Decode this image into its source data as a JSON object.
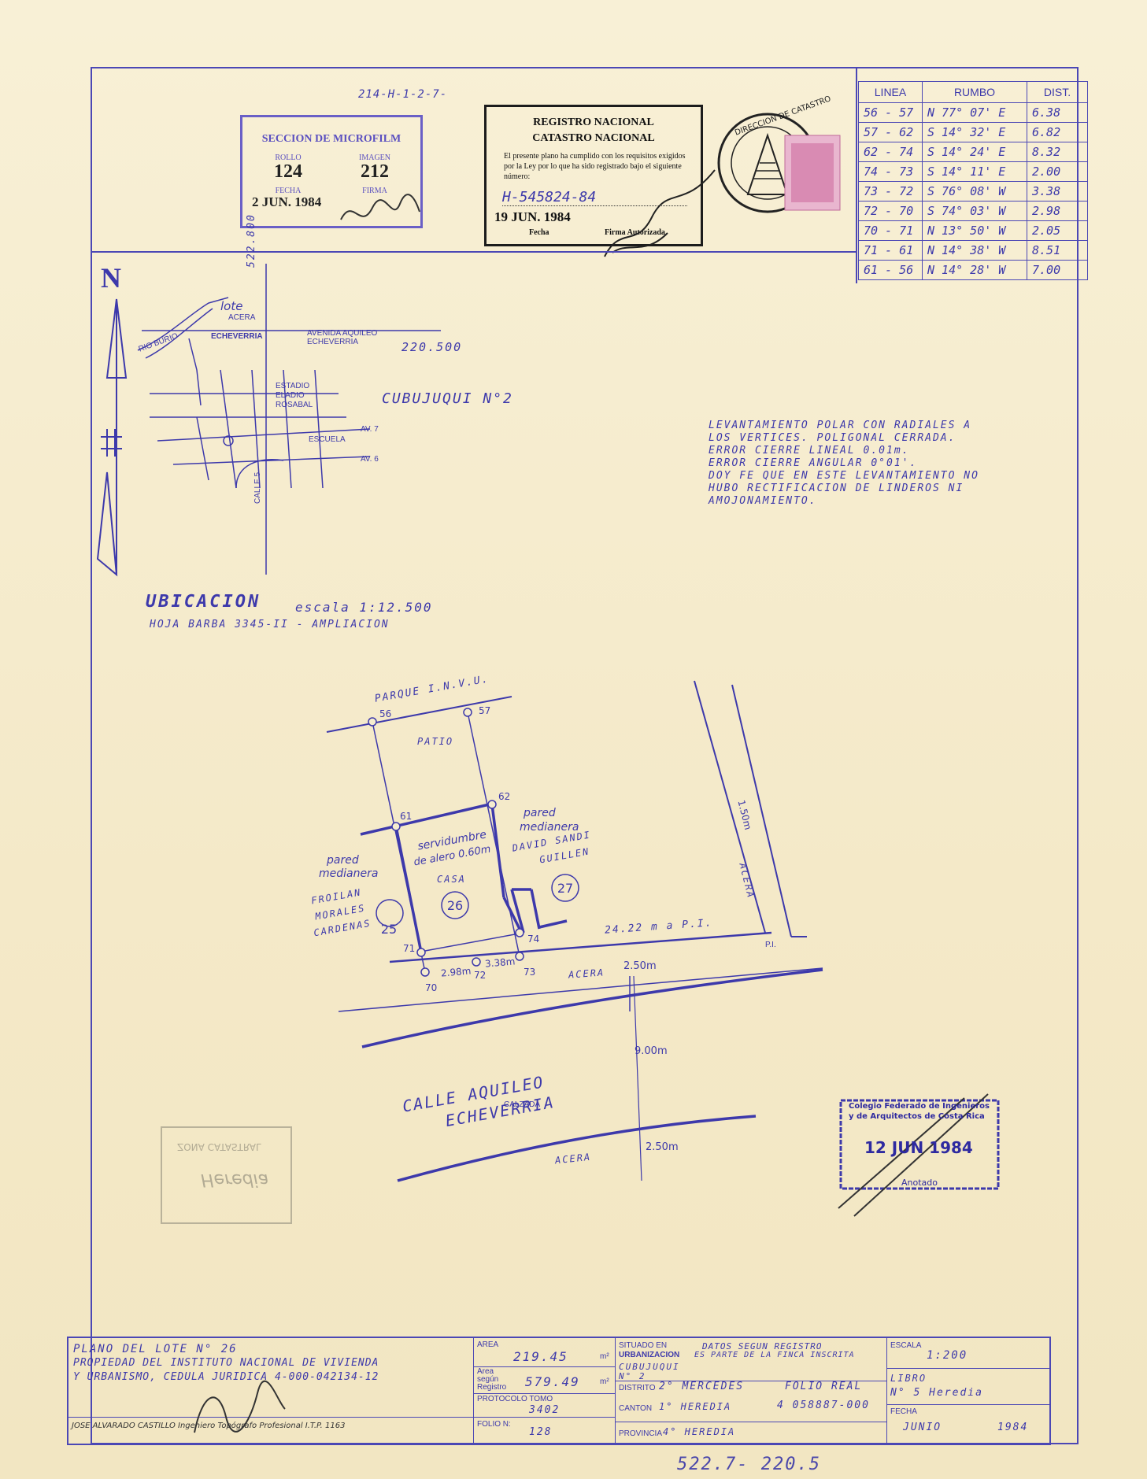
{
  "top_ref": "214-H-1-2-7-",
  "microfilm": {
    "title": "SECCION DE MICROFILM",
    "rollo_label": "ROLLO",
    "rollo": "124",
    "imagen_label": "IMAGEN",
    "imagen": "212",
    "fecha_label": "FECHA",
    "fecha": "2 JUN. 1984",
    "firma_label": "FIRMA"
  },
  "registro": {
    "title1": "REGISTRO NACIONAL",
    "title2": "CATASTRO NACIONAL",
    "body": "El presente plano ha cumplido con los requisitos exigidos por la Ley por lo que ha sido registrado bajo el siguiente número:",
    "numero": "H-545824-84",
    "fecha": "19 JUN. 1984",
    "fecha_label": "Fecha",
    "firma_label": "Firma Autorizada"
  },
  "seal_text": "DIRECCION DE CATASTRO",
  "bearings": {
    "headers": [
      "LINEA",
      "RUMBO",
      "DIST."
    ],
    "rows": [
      [
        "56 - 57",
        "N 77° 07' E",
        "6.38"
      ],
      [
        "57 - 62",
        "S 14° 32' E",
        "6.82"
      ],
      [
        "62 - 74",
        "S 14° 24' E",
        "8.32"
      ],
      [
        "74 - 73",
        "S 14° 11' E",
        "2.00"
      ],
      [
        "73 - 72",
        "S 76° 08' W",
        "3.38"
      ],
      [
        "72 - 70",
        "S 74° 03' W",
        "2.98"
      ],
      [
        "70 - 71",
        "N 13° 50' W",
        "2.05"
      ],
      [
        "71 - 61",
        "N 14° 38' W",
        "8.51"
      ],
      [
        "61 - 56",
        "N 14° 28' W",
        "7.00"
      ]
    ]
  },
  "north": "N",
  "location_map": {
    "coord_v": "522.800",
    "coord_h": "220.500",
    "lote": "lote",
    "acera": "ACERA",
    "rio": "RIO BURIO",
    "echeverria": "ECHEVERRIA",
    "avenida": "AVENIDA AQUILEO ECHEVERRIA",
    "estadio": "ESTADIO ELADIO ROSABAL",
    "escuela": "ESCUELA",
    "av7": "AV. 7",
    "av6": "AV. 6",
    "calle": "CALLE 5"
  },
  "cubujuqui": "CUBUJUQUI N°2",
  "notes": [
    "LEVANTAMIENTO POLAR CON RADIALES A",
    "LOS VERTICES. POLIGONAL CERRADA.",
    "ERROR CIERRE LINEAL 0.01m.",
    "ERROR CIERRE ANGULAR 0°01'.",
    "DOY FE QUE EN ESTE LEVANTAMIENTO NO",
    "HUBO RECTIFICACION DE LINDEROS NI",
    "AMOJONAMIENTO."
  ],
  "ubicacion": {
    "title": "UBICACION",
    "escala": "escala 1:12.500",
    "hoja": "HOJA BARBA 3345-II - AMPLIACION"
  },
  "plan": {
    "parque": "PARQUE I.N.V.U.",
    "patio": "PATIO",
    "v56": "56",
    "v57": "57",
    "v62": "62",
    "v61": "61",
    "v71": "71",
    "v70": "70",
    "v72": "72",
    "v73": "73",
    "v74": "74",
    "pared1": "pared",
    "medianera1": "medianera",
    "pared2": "pared",
    "medianera2": "medianera",
    "servidumbre": "servidumbre",
    "alero": "de alero 0.60m",
    "casa": "CASA",
    "david1": "DAVID SANDI",
    "david2": "GUILLEN",
    "froilan1": "FROILAN",
    "froilan2": "MORALES",
    "froilan3": "CARDENAS",
    "lot25": "25",
    "lot26": "26",
    "lot27": "27",
    "dist_pi": "24.22 m a P.I.",
    "pi": "P.I.",
    "d298": "2.98m",
    "d338": "3.38m",
    "acera_top": "ACERA",
    "acera_w": "2.50m",
    "calzada_w": "9.00m",
    "calle1": "CALLE AQUILEO",
    "calle2": "ECHEVERRIA",
    "calzada": "CALZADA",
    "acera_bot": "ACERA",
    "acera_bot_w": "2.50m",
    "acera_side": "ACERA",
    "side_w": "1.50m"
  },
  "colegio": {
    "line1": "Colegio Federado de Ingenieros",
    "line2": "y de Arquitectos de Costa Rica",
    "fecha": "12 JUN 1984",
    "anotado": "Anotado"
  },
  "faded_stamp": {
    "line1": "ZONA CATASTRAL",
    "line2": "Heredia"
  },
  "title_block": {
    "plano": "PLANO DEL LOTE N° 26",
    "prop1": "PROPIEDAD DEL INSTITUTO NACIONAL DE VIVIENDA",
    "prop2": "Y URBANISMO, CEDULA JURIDICA 4-000-042134-12",
    "ingeniero": "JOSE ALVARADO CASTILLO Ingeniero Topógrafo Profesional I.T.P. 1163",
    "area_label": "AREA",
    "area": "219.45",
    "m2": "m²",
    "area_reg_label": "Area según Registro",
    "area_reg": "579.49",
    "protocolo_label": "PROTOCOLO TOMO",
    "tomo": "3402",
    "folio_label": "FOLIO N:",
    "folio": "128",
    "situado_label": "SITUADO EN",
    "urbanizacion": "URBANIZACION",
    "urb_name1": "CUBUJUQUI",
    "urb_name2": "N° 2",
    "datos1": "DATOS SEGUN REGISTRO",
    "datos2": "ES PARTE DE LA FINCA INSCRITA",
    "distrito_label": "DISTRITO",
    "distrito": "2° MERCEDES",
    "canton_label": "CANTON",
    "canton": "1° HEREDIA",
    "provincia_label": "PROVINCIA",
    "provincia": "4° HEREDIA",
    "folio_real_label": "FOLIO REAL",
    "folio_real": "4 058887-000",
    "escala_label": "ESCALA",
    "escala": "1:200",
    "libro_label": "LIBRO",
    "libro": "N° 5 Heredia",
    "fecha_label": "FECHA",
    "mes": "JUNIO",
    "anio": "1984"
  },
  "bottom_note": "522.7- 220.5"
}
